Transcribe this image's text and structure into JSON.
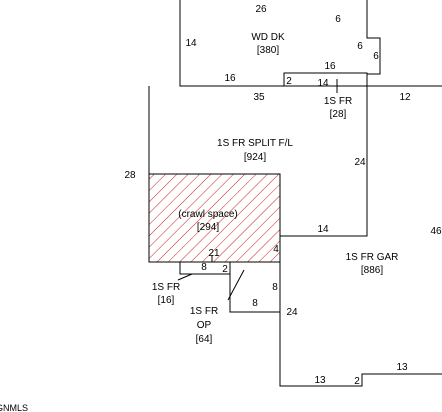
{
  "areas": {
    "wd_dk": {
      "name": "WD DK",
      "area": "[380]"
    },
    "fr_top": {
      "name": "1S FR",
      "area": "[28]"
    },
    "split": {
      "name": "1S FR SPLIT F/L",
      "area": "[924]"
    },
    "crawl": {
      "name": "(crawl space)",
      "area": "[294]"
    },
    "garage": {
      "name": "1S FR GAR",
      "area": "[886]"
    },
    "fr_small": {
      "name": "1S FR",
      "area": "[16]"
    },
    "porch": {
      "name1": "1S FR",
      "name2": "OP",
      "area": "[64]"
    }
  },
  "dims": {
    "d26": "26",
    "d6a": "6",
    "d14a": "14",
    "d6b": "6",
    "d6c": "6",
    "d16a": "16",
    "d16b": "16",
    "d2a": "2",
    "d14b": "14",
    "d35": "35",
    "d12": "12",
    "d28": "28",
    "d24a": "24",
    "d14c": "14",
    "d4": "4",
    "d46": "46",
    "d21": "21",
    "d8a": "8",
    "d2b": "2",
    "d8b": "8",
    "d8c": "8",
    "d24b": "24",
    "d13a": "13",
    "d2c": "2",
    "d13b": "13"
  },
  "footer": {
    "source": "GNMLS"
  }
}
